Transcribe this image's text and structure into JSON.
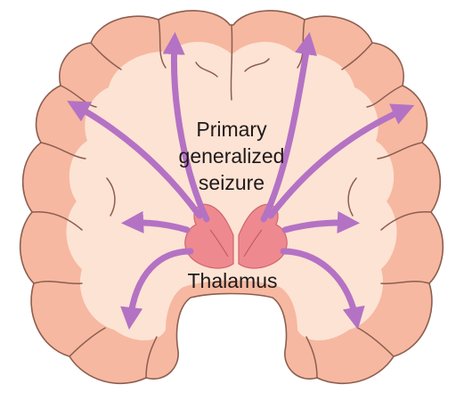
{
  "labels": {
    "seizure_line1": "Primary",
    "seizure_line2": "generalized",
    "seizure_line3": "seizure",
    "thalamus": "Thalamus"
  },
  "colors": {
    "cortex": "#f6b8a0",
    "white_matter": "#fde3d4",
    "sulcus": "#8c5e50",
    "thalamus": "#ee8a8f",
    "arrow": "#b472c4"
  }
}
